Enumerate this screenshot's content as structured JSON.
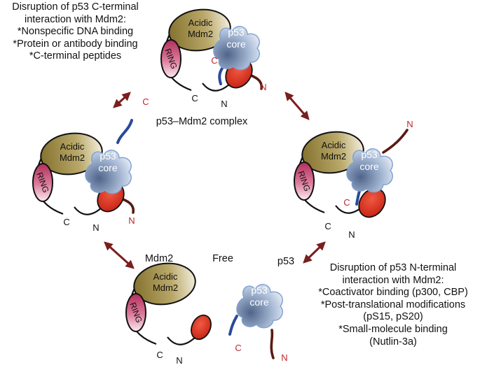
{
  "labels": {
    "acidic": "Acidic",
    "mdm2": "Mdm2",
    "ring": "RING",
    "p53": "p53",
    "core": "core",
    "c_term": "C",
    "n_term": "N"
  },
  "captions": {
    "complex": "p53–Mdm2 complex",
    "free": "Free",
    "mdm2_free": "Mdm2",
    "p53_free": "p53"
  },
  "note_c_terminal": {
    "lines": [
      "Disruption of p53 C-terminal",
      "interaction with Mdm2:",
      "*Nonspecific DNA binding",
      "*Protein or antibody binding",
      "*C-terminal peptides"
    ]
  },
  "note_n_terminal": {
    "lines": [
      "Disruption of p53 N-terminal",
      "interaction with Mdm2:",
      "*Coactivator binding (p300, CBP)",
      "*Post-translational modifications",
      "(pS15, pS20)",
      "*Small-molecule binding",
      "(Nutlin-3a)"
    ]
  },
  "colors": {
    "acidic_fill": "#9c8a3e",
    "ring_fill": "#c43a6a",
    "core_fill": "#7d94b8",
    "p53_n_domain": "#d52b1e",
    "p53_c_tail": "#2a4a9a",
    "p53_n_tail": "#5a1a14",
    "arrow": "#7a1e1e",
    "terminus_red": "#c1272d"
  }
}
